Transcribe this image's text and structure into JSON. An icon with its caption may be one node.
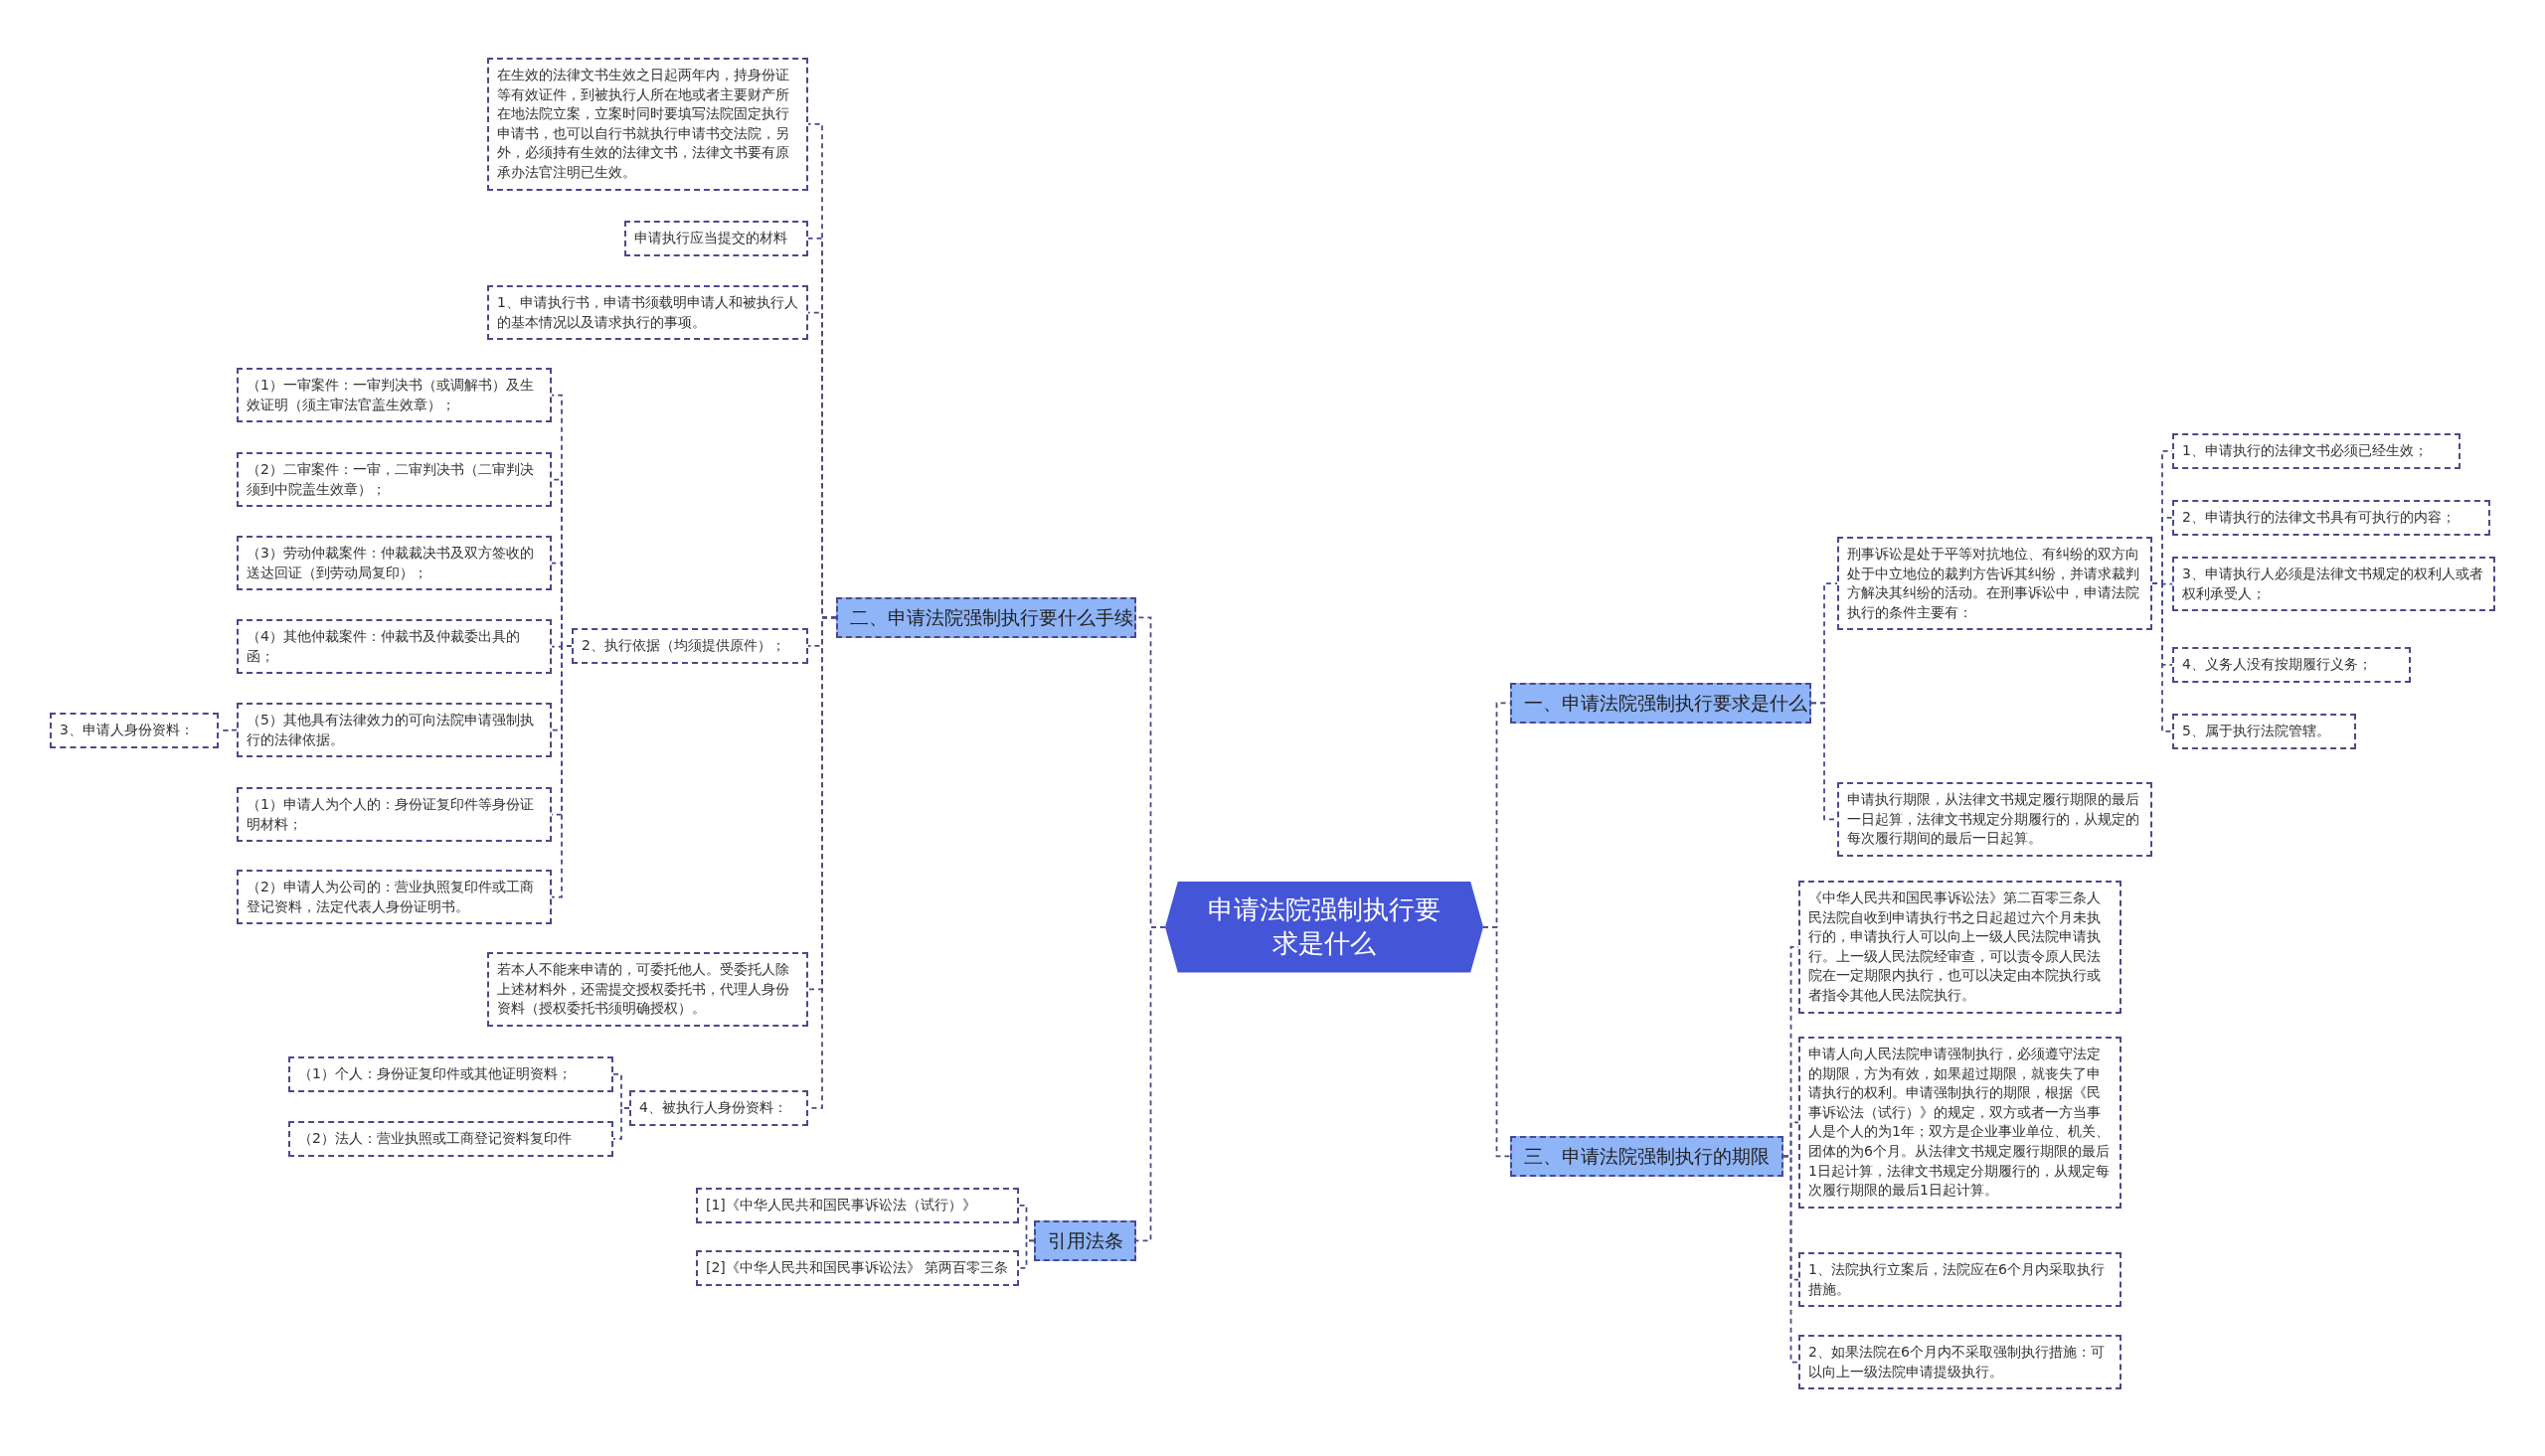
{
  "diagram": {
    "nodes": [
      {
        "text": [
          "申请法院强制执行要求是什么"
        ]
      },
      {
        "text": [
          "二、申请法院强制执行要什么手续"
        ]
      },
      {
        "text": [
          "在生效的法律文书生效之日起两年内，持身份证等有效证件，到被执行人所在地或者主要财产所在地法院立案，立案时同时要填写法院固定执行申请书，也可以自行书就执行申请书交法院，另外，必须持有生效的法律文书，法律文书要有原承办法官注明已生效。"
        ]
      },
      {
        "text": [
          "申请执行应当提交的材料"
        ]
      },
      {
        "text": [
          "1、申请执行书，申请书须载明申请人和被执行人的基本情况以及请求执行的事项。"
        ]
      },
      {
        "text": [
          "2、执行依据（均须提供原件）；"
        ]
      },
      {
        "text": [
          "（1）一审案件：一审判决书（或调解书）及生效证明（须主审法官盖生效章）；"
        ]
      },
      {
        "text": [
          "（2）二审案件：一审，二审判决书（二审判决须到中院盖生效章）；"
        ]
      },
      {
        "text": [
          "（3）劳动仲裁案件：仲裁裁决书及双方签收的送达回证（到劳动局复印）；"
        ]
      },
      {
        "text": [
          "（4）其他仲裁案件：仲裁书及仲裁委出具的函；"
        ]
      },
      {
        "text": [
          "（5）其他具有法律效力的可向法院申请强制执行的法律依据。"
        ]
      },
      {
        "text": [
          "3、申请人身份资料："
        ]
      },
      {
        "text": [
          "（1）申请人为个人的：身份证复印件等身份证明材料；"
        ]
      },
      {
        "text": [
          "（2）申请人为公司的：营业执照复印件或工商登记资料，法定代表人身份证明书。"
        ]
      },
      {
        "text": [
          "若本人不能来申请的，可委托他人。受委托人除上述材料外，还需提交授权委托书，代理人身份资料（授权委托书须明确授权）。"
        ]
      },
      {
        "text": [
          "4、被执行人身份资料："
        ]
      },
      {
        "text": [
          "（1）个人：身份证复印件或其他证明资料；"
        ]
      },
      {
        "text": [
          "（2）法人：营业执照或工商登记资料复印件"
        ]
      },
      {
        "text": [
          "引用法条"
        ]
      },
      {
        "text": [
          "[1]《中华人民共和国民事诉讼法（试行）》"
        ]
      },
      {
        "text": [
          "[2]《中华人民共和国民事诉讼法》 第两百零三条"
        ]
      },
      {
        "text": [
          "一、申请法院强制执行要求是什么"
        ]
      },
      {
        "text": [
          "刑事诉讼是处于平等对抗地位、有纠纷的双方向处于中立地位的裁判方告诉其纠纷，并请求裁判方解决其纠纷的活动。在刑事诉讼中，申请法院执行的条件主要有："
        ]
      },
      {
        "text": [
          "1、申请执行的法律文书必须已经生效；"
        ]
      },
      {
        "text": [
          "2、申请执行的法律文书具有可执行的内容；"
        ]
      },
      {
        "text": [
          "3、申请执行人必须是法律文书规定的权利人或者权利承受人；"
        ]
      },
      {
        "text": [
          "4、义务人没有按期履行义务；"
        ]
      },
      {
        "text": [
          "5、属于执行法院管辖。"
        ]
      },
      {
        "text": [
          "申请执行期限，从法律文书规定履行期限的最后一日起算，法律文书规定分期履行的，从规定的每次履行期间的最后一日起算。"
        ]
      },
      {
        "text": [
          "三、申请法院强制执行的期限"
        ]
      },
      {
        "text": [
          "《中华人民共和国民事诉讼法》第二百零三条人民法院自收到申请执行书之日起超过六个月未执行的，申请执行人可以向上一级人民法院申请执行。上一级人民法院经审查，可以责令原人民法院在一定期限内执行，也可以决定由本院执行或者指令其他人民法院执行。"
        ]
      },
      {
        "text": [
          "申请人向人民法院申请强制执行，必须遵守法定的期限，方为有效，如果超过期限，就丧失了申请执行的权利。申请强制执行的期限，根据《民事诉讼法（试行）》的规定，双方或者一方当事人是个人的为1年；双方是企业事业单位、机关、团体的为6个月。从法律文书规定履行期限的最后1日起计算，法律文书规定分期履行的，从规定每次履行期限的最后1日起计算。"
        ]
      },
      {
        "text": [
          "1、法院执行立案后，法院应在6个月内采取执行措施。"
        ]
      },
      {
        "text": [
          "2、如果法院在6个月内不采取强制执行措施：可以向上一级法院申请提级执行。"
        ]
      }
    ],
    "edges": [
      {
        "from": 0,
        "to": 1,
        "arrow": "none"
      },
      {
        "from": 0,
        "to": 18,
        "arrow": "none"
      },
      {
        "from": 0,
        "to": 21,
        "arrow": "none"
      },
      {
        "from": 0,
        "to": 29,
        "arrow": "none"
      },
      {
        "from": 1,
        "to": 2,
        "arrow": "none"
      },
      {
        "from": 1,
        "to": 3,
        "arrow": "none"
      },
      {
        "from": 1,
        "to": 4,
        "arrow": "none"
      },
      {
        "from": 1,
        "to": 5,
        "arrow": "none"
      },
      {
        "from": 1,
        "to": 14,
        "arrow": "none"
      },
      {
        "from": 1,
        "to": 15,
        "arrow": "none"
      },
      {
        "from": 5,
        "to": 6,
        "arrow": "none"
      },
      {
        "from": 5,
        "to": 7,
        "arrow": "none"
      },
      {
        "from": 5,
        "to": 8,
        "arrow": "none"
      },
      {
        "from": 5,
        "to": 9,
        "arrow": "none"
      },
      {
        "from": 5,
        "to": 10,
        "arrow": "none"
      },
      {
        "from": 5,
        "to": 12,
        "arrow": "none"
      },
      {
        "from": 5,
        "to": 13,
        "arrow": "none"
      },
      {
        "from": 10,
        "to": 11,
        "arrow": "none"
      },
      {
        "from": 15,
        "to": 16,
        "arrow": "none"
      },
      {
        "from": 15,
        "to": 17,
        "arrow": "none"
      },
      {
        "from": 18,
        "to": 19,
        "arrow": "none"
      },
      {
        "from": 18,
        "to": 20,
        "arrow": "none"
      },
      {
        "from": 21,
        "to": 22,
        "arrow": "none"
      },
      {
        "from": 21,
        "to": 28,
        "arrow": "none"
      },
      {
        "from": 22,
        "to": 23,
        "arrow": "none"
      },
      {
        "from": 22,
        "to": 24,
        "arrow": "none"
      },
      {
        "from": 22,
        "to": 25,
        "arrow": "none"
      },
      {
        "from": 22,
        "to": 26,
        "arrow": "none"
      },
      {
        "from": 22,
        "to": 27,
        "arrow": "none"
      },
      {
        "from": 29,
        "to": 30,
        "arrow": "none"
      },
      {
        "from": 29,
        "to": 31,
        "arrow": "none"
      },
      {
        "from": 29,
        "to": 32,
        "arrow": "none"
      },
      {
        "from": 29,
        "to": 33,
        "arrow": "none"
      }
    ]
  }
}
